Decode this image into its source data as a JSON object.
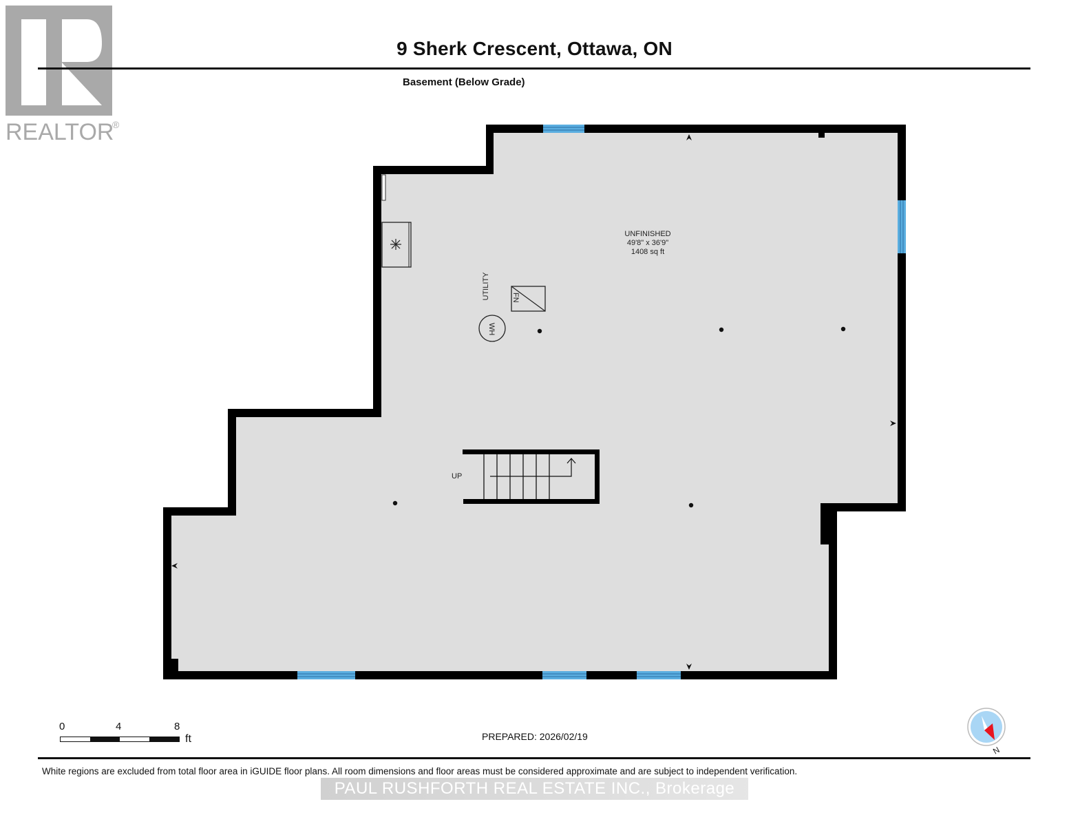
{
  "header": {
    "address": "9 Sherk Crescent, Ottawa, ON",
    "floor_level": "Basement (Below Grade)"
  },
  "logo": {
    "text": "REALTOR",
    "registered_mark": "®",
    "color": "#a9a9a9"
  },
  "floorplan": {
    "rooms": [
      {
        "name": "UNFINISHED",
        "dimensions": "49'8\" x 36'9\"",
        "area": "1408 sq ft"
      }
    ],
    "labels": {
      "utility": "UTILITY",
      "furnace": "FN",
      "water_heater": "WH",
      "stairs": "UP"
    },
    "fixtures": [
      "sump-pump-icon",
      "furnace-icon",
      "water-heater-icon",
      "stairs-up"
    ],
    "colors": {
      "wall": "#000000",
      "floor": "#dedede",
      "window": "#5aaee0",
      "window_line": "#2a6fa3"
    }
  },
  "scale": {
    "ticks": [
      "0",
      "4",
      "8"
    ],
    "unit": "ft"
  },
  "prepared": "PREPARED: 2026/02/19",
  "compass": {
    "label": "N",
    "needle_color": "#e8141e",
    "dial_color": "#a9d6f5"
  },
  "footer": {
    "disclaimer": "White regions are excluded from total floor area in iGUIDE floor plans. All room dimensions and floor areas must be considered approximate and are subject to independent verification.",
    "watermark": "PAUL RUSHFORTH REAL ESTATE INC., Brokerage"
  }
}
